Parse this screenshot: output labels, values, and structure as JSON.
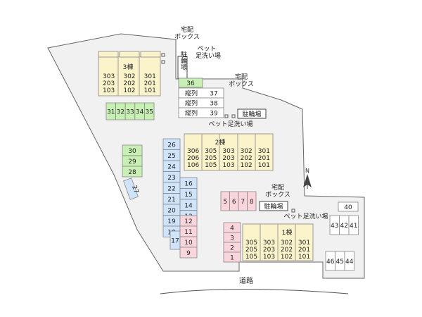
{
  "labels": {
    "delivery_box": [
      "宅配",
      "ボックス"
    ],
    "pet_wash": "ペット足洗い場",
    "pet_wash_2line": [
      "ペット",
      "足洗い場"
    ],
    "bicycle_parking": "駐輪場",
    "road": "道路",
    "north": "N"
  },
  "buildings": {
    "b3": {
      "name": "3棟",
      "columns": [
        [
          "303",
          "203",
          "103"
        ],
        [
          "302",
          "202",
          "102"
        ],
        [
          "301",
          "201",
          "101"
        ]
      ]
    },
    "b2": {
      "name": "2棟",
      "columns": [
        [
          "306",
          "206",
          "106"
        ],
        [
          "305",
          "205",
          "105"
        ],
        [
          "303",
          "203",
          "103"
        ],
        [
          "302",
          "202",
          "102"
        ],
        [
          "301",
          "201",
          "101"
        ]
      ]
    },
    "b1": {
      "name": "1棟",
      "columns": [
        [
          "305",
          "205",
          "105"
        ],
        [
          "303",
          "203",
          "103"
        ],
        [
          "302",
          "202",
          "102"
        ],
        [
          "301",
          "201",
          "101"
        ]
      ]
    }
  },
  "parking": {
    "green_single": "36",
    "tandem": [
      {
        "label": "縦列",
        "number": "37"
      },
      {
        "label": "縦列",
        "number": "38"
      },
      {
        "label": "縦列",
        "number": "39"
      }
    ],
    "green_row": [
      "31",
      "32",
      "33",
      "34",
      "35"
    ],
    "green_col": [
      "30",
      "29",
      "28"
    ],
    "diagonal": "27",
    "blue_col_a": [
      "26",
      "25",
      "24",
      "23",
      "22",
      "21",
      "20",
      "19",
      "18"
    ],
    "blue_col_b": [
      "16",
      "15",
      "14",
      "13"
    ],
    "blue_17": "17",
    "pink_col": [
      "12",
      "11",
      "10",
      "9"
    ],
    "pink_row": [
      "5",
      "6",
      "7",
      "8"
    ],
    "pink_col_2": [
      "4",
      "3",
      "2",
      "1"
    ],
    "white_40": "40",
    "white_row_a": [
      "43",
      "42",
      "41"
    ],
    "white_row_b": [
      "46",
      "45",
      "44"
    ]
  },
  "colors": {
    "lot": "#f1f1f1",
    "building": "#fbf4cb",
    "green": "#c9f0b4",
    "blue": "#cfe4fb",
    "pink": "#fbd5dc",
    "white": "#ffffff"
  }
}
